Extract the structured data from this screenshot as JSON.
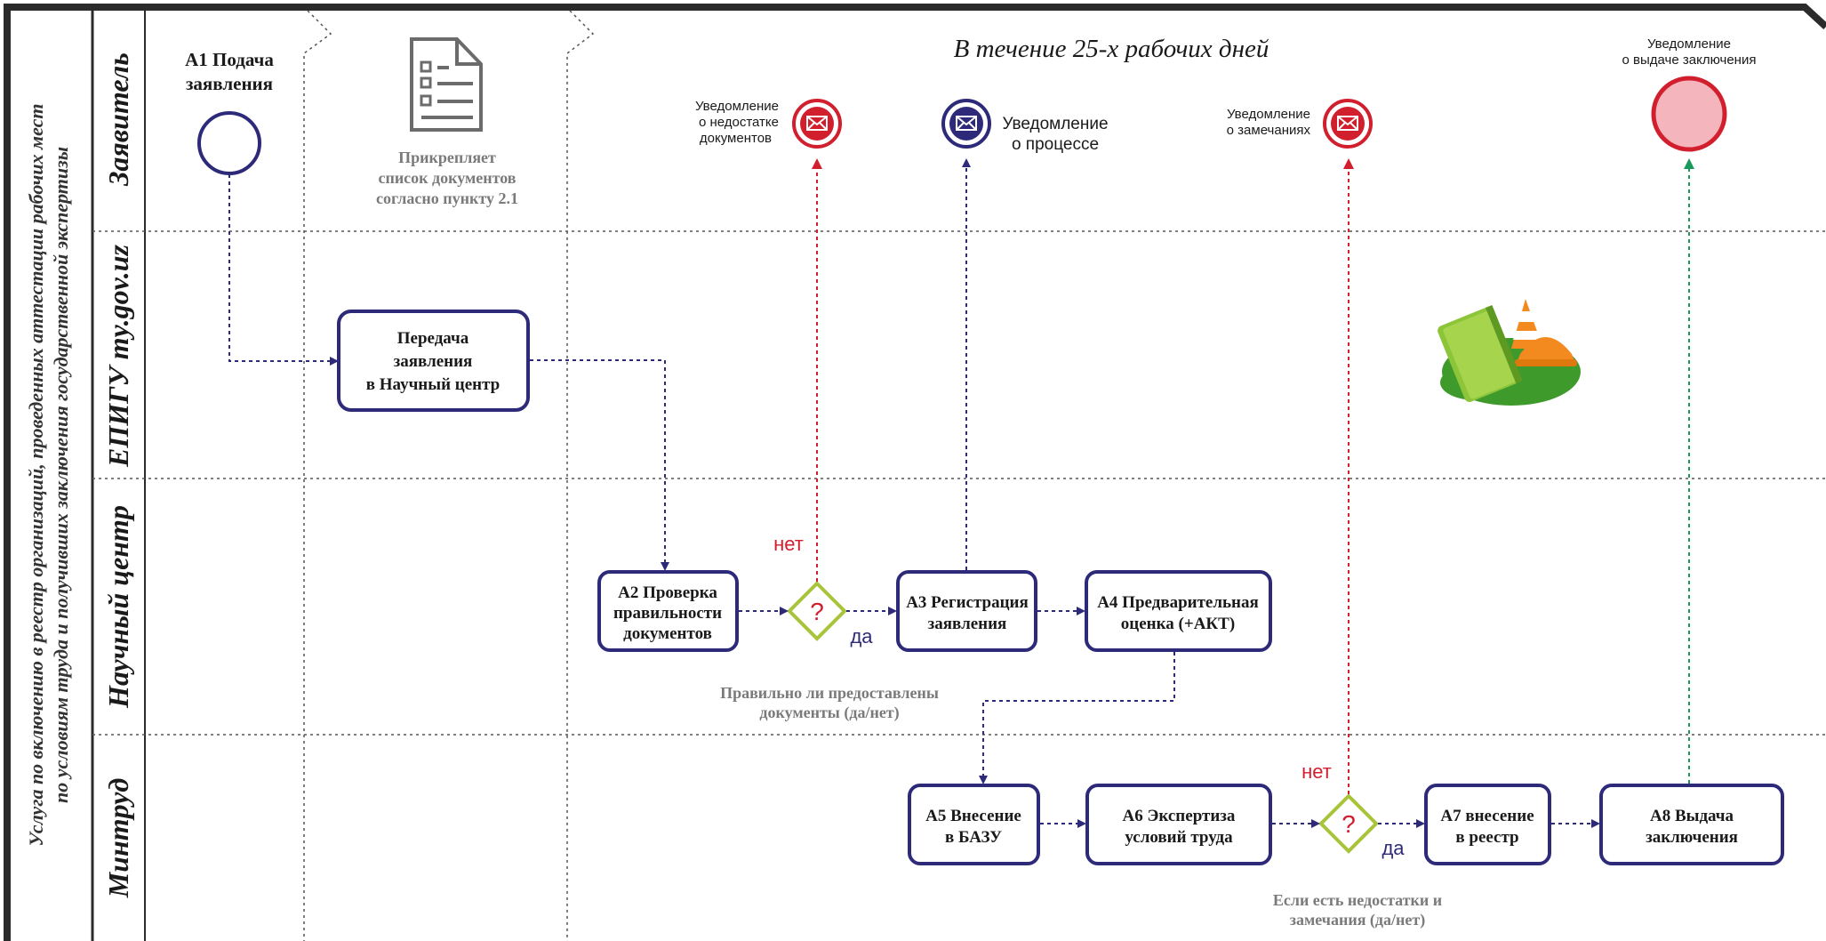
{
  "process_title": [
    "Услуга по включению в реестр организаций, проведенных аттестации рабочих мест",
    "по условиям труда и получивших заключения государственной экспертизы"
  ],
  "lanes": {
    "applicant": "Заявитель",
    "portal": "ЕПИГУ my.gov.uz",
    "science_center": "Научный центр",
    "mintrud": "Минтруд"
  },
  "timeframe": "В течение 25-х рабочих дней",
  "start_event": [
    "А1 Подача",
    "заявления"
  ],
  "attachment_note": [
    "Прикрепляет",
    "список документов",
    "согласно пункту 2.1"
  ],
  "tasks": {
    "transfer": [
      "Передача",
      "заявления",
      "в Научный центр"
    ],
    "a2": [
      "А2 Проверка",
      "правильности",
      "документов"
    ],
    "a3": [
      "А3 Регистрация",
      "заявления"
    ],
    "a4": [
      "А4 Предварительная",
      "оценка (+АКТ)"
    ],
    "a5": [
      "А5 Внесение",
      "в БАЗУ"
    ],
    "a6": [
      "А6 Экспертиза",
      "условий труда"
    ],
    "a7": [
      "А7 внесение",
      "в реестр"
    ],
    "a8": [
      "А8 Выдача",
      "заключения"
    ]
  },
  "gateways": {
    "g1": {
      "symbol": "?",
      "no": "нет",
      "yes": "да",
      "question": [
        "Правильно ли предоставлены",
        "документы (да/нет)"
      ]
    },
    "g2": {
      "symbol": "?",
      "no": "нет",
      "yes": "да",
      "question": [
        "Если есть недостатки и",
        "замечания (да/нет)"
      ]
    }
  },
  "notifications": {
    "missing_docs": [
      "Уведомление",
      "о недостатке",
      "документов"
    ],
    "process": [
      "Уведомление",
      "о процессе"
    ],
    "remarks": [
      "Уведомление",
      "о замечаниях"
    ],
    "final": [
      "Уведомление",
      "о выдаче заключения"
    ]
  },
  "colors": {
    "frame": "#2b2b2b",
    "task_border": "#2e2a7a",
    "flow": "#2e2a7a",
    "gateway": "#a8c43a",
    "gateway_symbol": "#d11f2e",
    "no_label": "#d11f2e",
    "notify_red": "#d11f2e",
    "notify_blue": "#2e2a7a",
    "end_fill": "#f4b5bc",
    "end_flow": "#1a9a5a"
  },
  "icons": {
    "document": "document-checklist-icon",
    "envelope": "envelope-icon",
    "safety": "labor-safety-illustration"
  }
}
